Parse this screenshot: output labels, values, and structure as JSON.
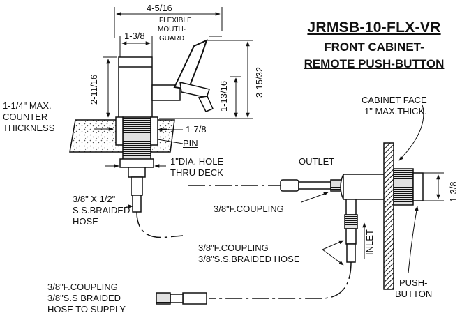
{
  "title": {
    "model": "JRMSB-10-FLX-VR",
    "line2": "FRONT CABINET-",
    "line3": "REMOTE PUSH-BUTTON"
  },
  "dimensions": {
    "overall_width": "4-5/16",
    "body_width": "1-3/8",
    "body_height": "2-11/16",
    "guard_height": "1-13/16",
    "overall_height": "3-15/32",
    "shank": "1-7/8",
    "button_dia": "1-3/8"
  },
  "labels": {
    "mouthguard_1": "FLEXIBLE",
    "mouthguard_2": "MOUTH-",
    "mouthguard_3": "GUARD",
    "counter_1": "1-1/4\" MAX.",
    "counter_2": "COUNTER",
    "counter_3": "THICKNESS",
    "pin": "PIN",
    "hole_1": "1\"DIA. HOLE",
    "hole_2": "THRU DECK",
    "braided_1": "3/8\" X 1/2\"",
    "braided_2": "S.S.BRAIDED",
    "braided_3": "HOSE",
    "outlet": "OUTLET",
    "coupling": "3/8\"F.COUPLING",
    "inlet": "INLET",
    "cabinet_1": "CABINET FACE",
    "cabinet_2": "1\" MAX.THICK.",
    "inlet_coupling_1": "3/8\"F.COUPLING",
    "inlet_coupling_2": "3/8\"S.S.BRAIDED HOSE",
    "supply_1": "3/8\"F.COUPLING",
    "supply_2": "3/8\"S.S BRAIDED",
    "supply_3": "HOSE TO SUPPLY",
    "push_1": "PUSH-",
    "push_2": "BUTTON"
  }
}
